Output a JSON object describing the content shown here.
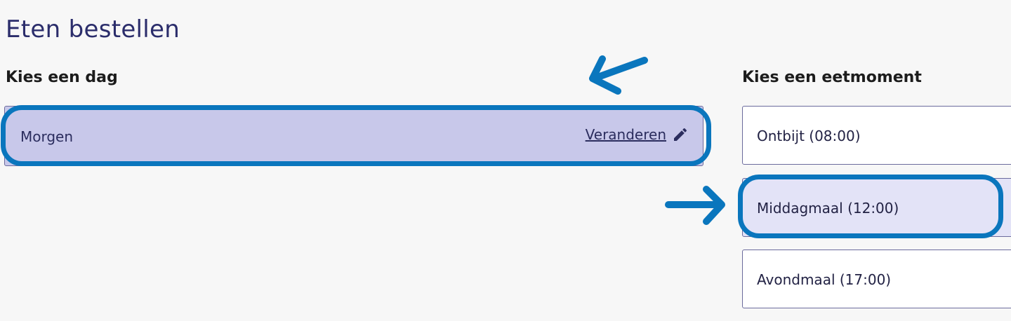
{
  "page": {
    "title": "Eten bestellen"
  },
  "day_section": {
    "heading": "Kies een dag",
    "selected_value": "Morgen",
    "change_label": "Veranderen",
    "change_icon": "pencil-icon"
  },
  "moment_section": {
    "heading": "Kies een eetmoment",
    "options": [
      {
        "label": "Ontbijt (08:00)",
        "selected": false
      },
      {
        "label": "Middagmaal (12:00)",
        "selected": true
      },
      {
        "label": "Avondmaal (17:00)",
        "selected": false
      }
    ]
  },
  "annotations": {
    "highlight_color": "#0a76bd",
    "arrows": [
      "arrow-to-day-selection",
      "arrow-to-lunch-option"
    ]
  },
  "colors": {
    "title": "#2b2d6b",
    "selected_day_background": "#c8c8ea",
    "selected_option_background": "#e3e3f7",
    "option_border": "#6b6b9c",
    "page_background": "#f7f7f7"
  }
}
